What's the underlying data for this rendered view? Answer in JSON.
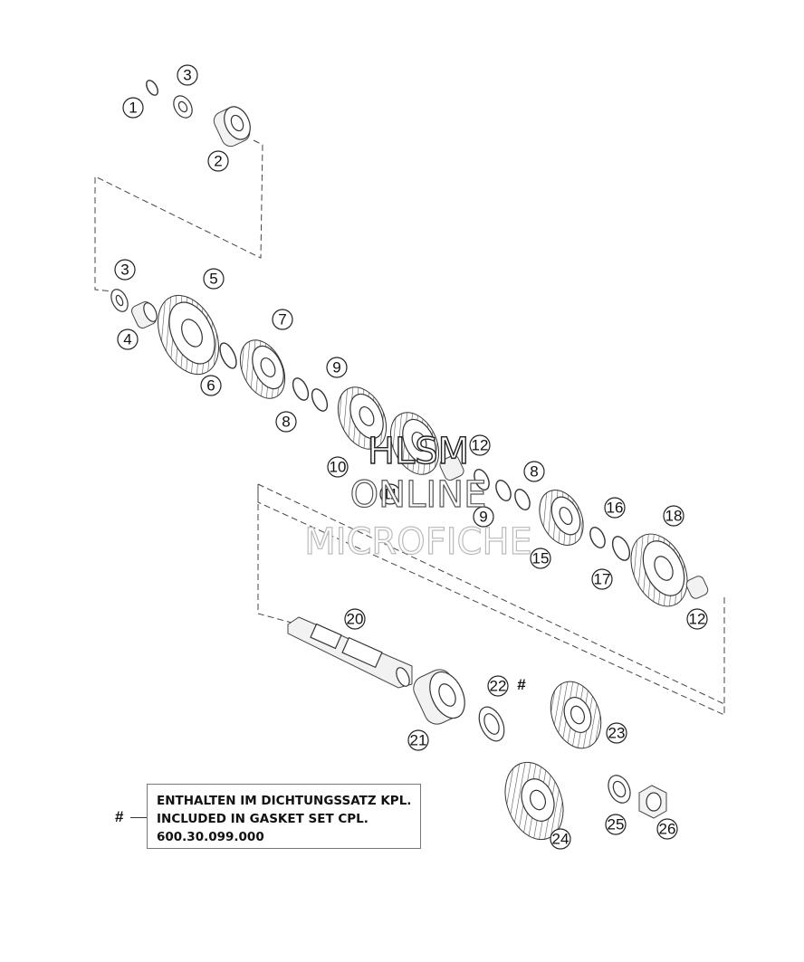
{
  "diagram": {
    "callouts": [
      "1",
      "2",
      "3",
      "3",
      "4",
      "5",
      "6",
      "7",
      "8",
      "9",
      "10",
      "11",
      "12",
      "9",
      "8",
      "15",
      "16",
      "17",
      "18",
      "12",
      "20",
      "21",
      "22",
      "23",
      "24",
      "25",
      "26"
    ],
    "hash_marker": "#",
    "watermark": [
      "HLSM",
      "ONLINE",
      "MICROFICHE"
    ]
  },
  "note": {
    "marker": "#",
    "lines": [
      "ENTHALTEN IM DICHTUNGSSATZ KPL.",
      "INCLUDED IN GASKET SET CPL.",
      "600.30.099.000"
    ]
  }
}
